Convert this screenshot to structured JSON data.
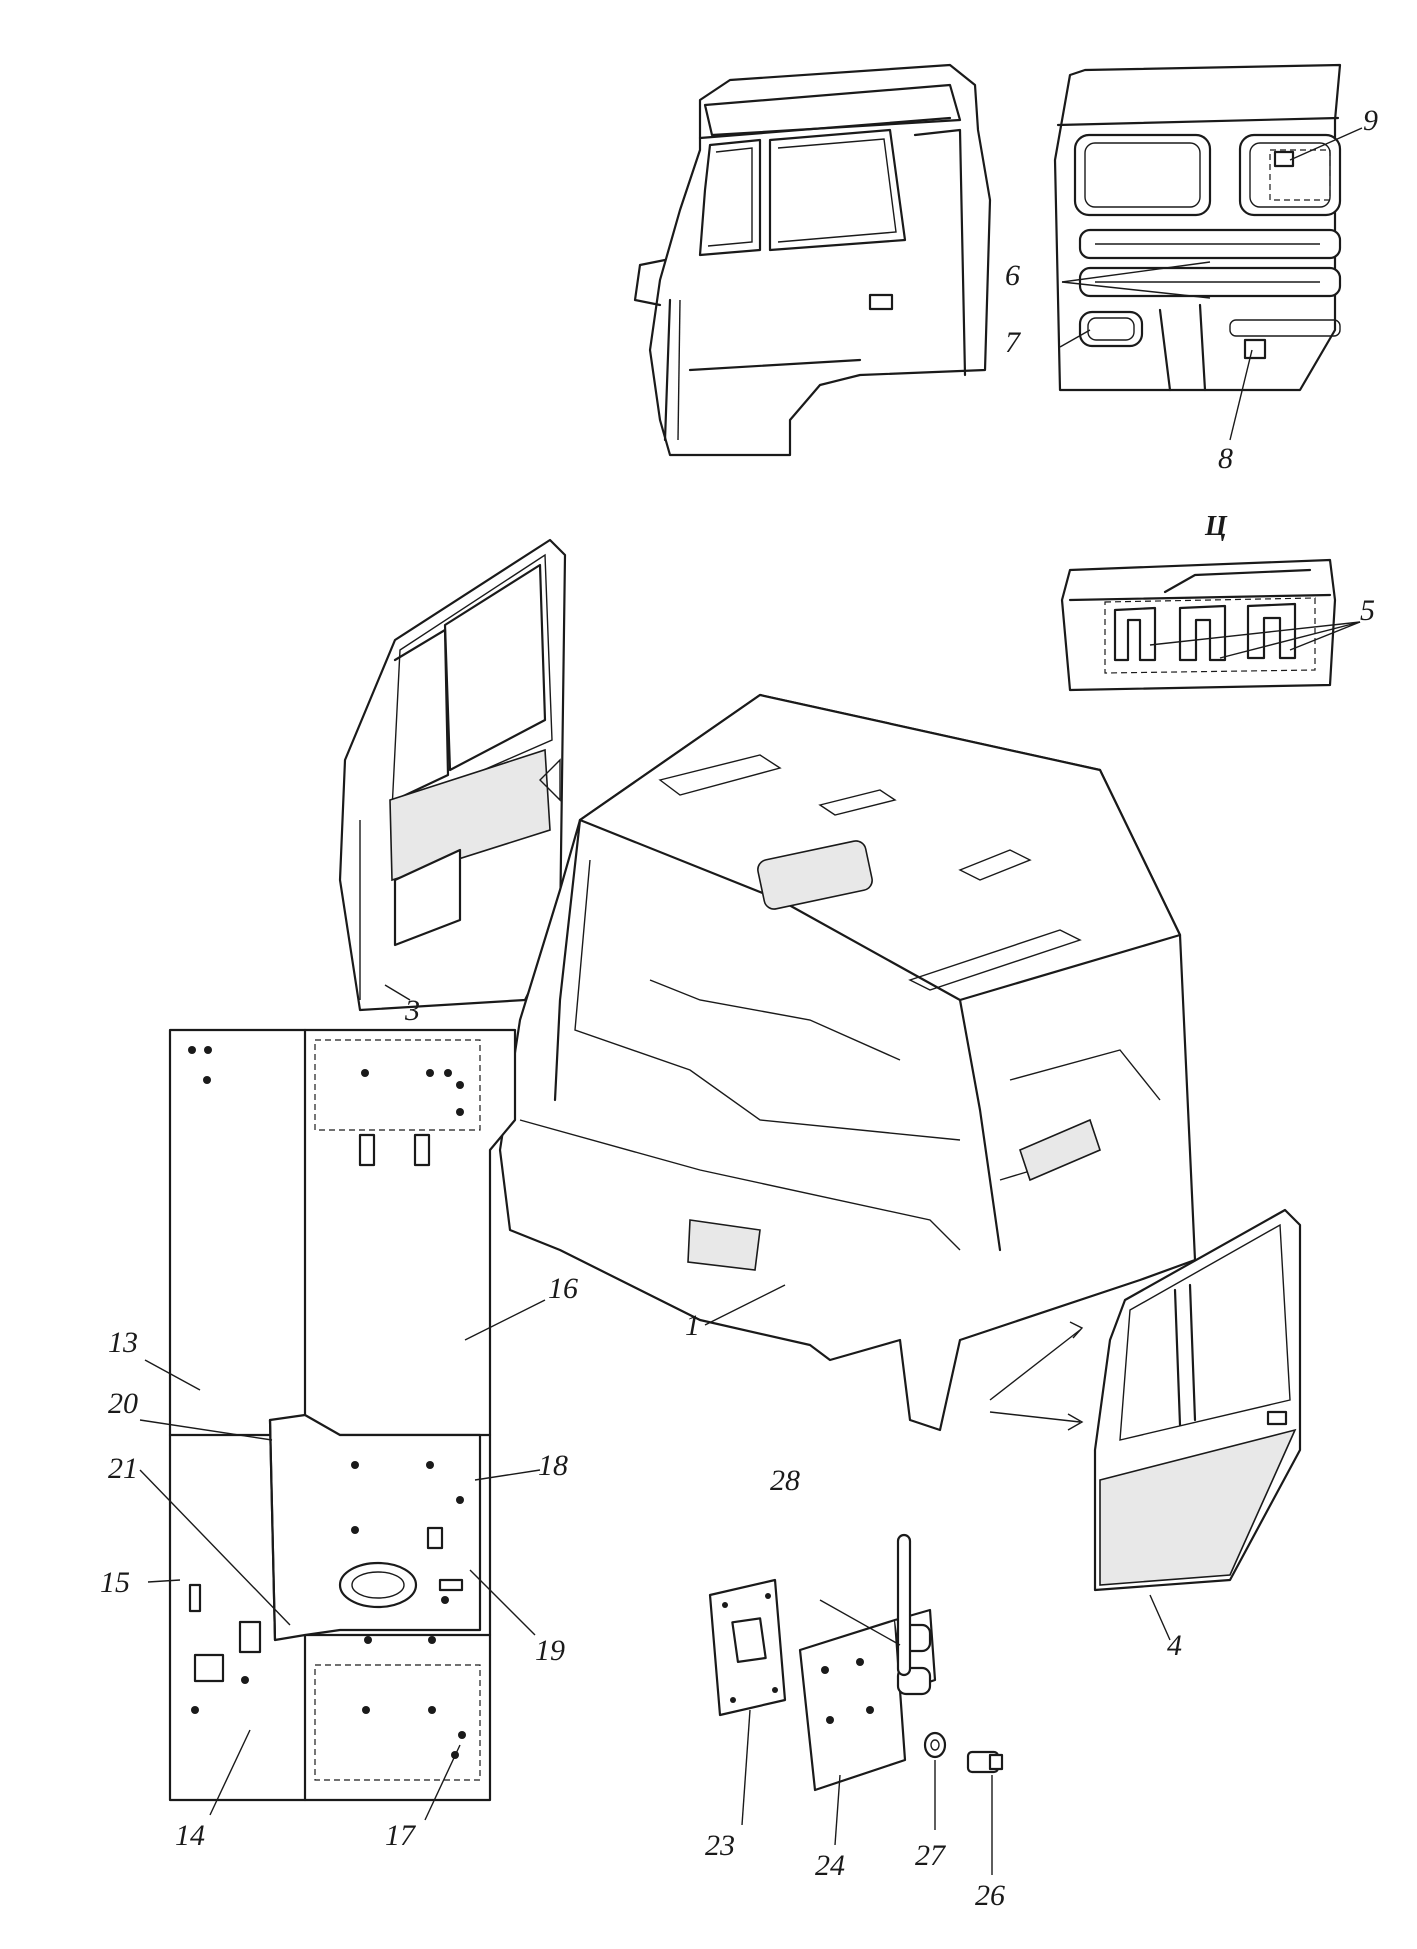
{
  "view_label": "Ц",
  "callouts": {
    "c1": "1",
    "c3": "3",
    "c4": "4",
    "c5": "5",
    "c6": "6",
    "c7": "7",
    "c8": "8",
    "c9": "9",
    "c13": "13",
    "c14": "14",
    "c15": "15",
    "c16": "16",
    "c17": "17",
    "c18": "18",
    "c19": "19",
    "c20": "20",
    "c21": "21",
    "c23": "23",
    "c24": "24",
    "c26": "26",
    "c27": "27",
    "c28": "28"
  }
}
